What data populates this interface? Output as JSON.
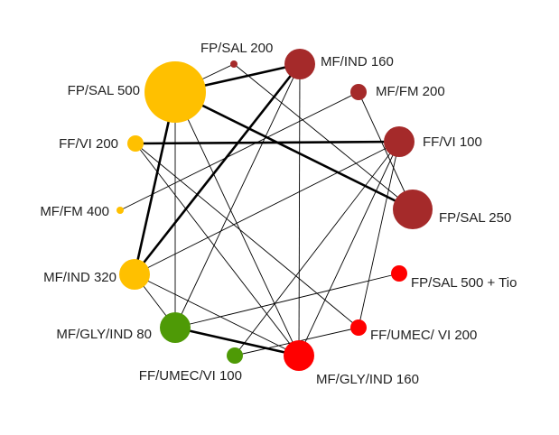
{
  "nodes": [
    {
      "id": "fp_sal_200",
      "label": "FP/SAL 200",
      "color": "#a52a2a",
      "size": "tiny"
    },
    {
      "id": "mf_ind_160",
      "label": "MF/IND 160",
      "color": "#a52a2a",
      "size": "medium"
    },
    {
      "id": "fp_sal_500",
      "label": "FP/SAL 500",
      "color": "#ffc000",
      "size": "largest"
    },
    {
      "id": "mf_fm_200",
      "label": "MF/FM 200",
      "color": "#a52a2a",
      "size": "small"
    },
    {
      "id": "ff_vi_200",
      "label": "FF/VI 200",
      "color": "#ffc000",
      "size": "small"
    },
    {
      "id": "ff_vi_100",
      "label": "FF/VI 100",
      "color": "#a52a2a",
      "size": "medium"
    },
    {
      "id": "mf_fm_400",
      "label": "MF/FM 400",
      "color": "#ffc000",
      "size": "tiny"
    },
    {
      "id": "fp_sal_250",
      "label": "FP/SAL 250",
      "color": "#a52a2a",
      "size": "large"
    },
    {
      "id": "mf_ind_320",
      "label": "MF/IND 320",
      "color": "#ffc000",
      "size": "medium"
    },
    {
      "id": "fp_sal_500_tio",
      "label": "FP/SAL 500 + Tio",
      "color": "#ff0000",
      "size": "small"
    },
    {
      "id": "mf_gly_ind_80",
      "label": "MF/GLY/IND 80",
      "color": "#4e9a06",
      "size": "medium"
    },
    {
      "id": "ff_umec_vi_200",
      "label": "FF/UMEC/ VI 200",
      "color": "#ff0000",
      "size": "small"
    },
    {
      "id": "ff_umec_vi_100",
      "label": "FF/UMEC/VI 100",
      "color": "#4e9a06",
      "size": "small"
    },
    {
      "id": "mf_gly_ind_160",
      "label": "MF/GLY/IND 160",
      "color": "#ff0000",
      "size": "medium"
    }
  ],
  "edges": [
    [
      "fp_sal_500",
      "mf_ind_160",
      "thick"
    ],
    [
      "fp_sal_500",
      "fp_sal_250",
      "thick"
    ],
    [
      "fp_sal_500",
      "mf_ind_320",
      "thick"
    ],
    [
      "ff_vi_200",
      "ff_vi_100",
      "thick"
    ],
    [
      "mf_ind_160",
      "mf_ind_320",
      "thick"
    ],
    [
      "mf_gly_ind_80",
      "mf_gly_ind_160",
      "thick"
    ],
    [
      "mf_ind_320",
      "mf_gly_ind_80",
      "thin"
    ],
    [
      "fp_sal_200",
      "fp_sal_500",
      "thin"
    ],
    [
      "fp_sal_200",
      "fp_sal_250",
      "thin"
    ],
    [
      "mf_ind_160",
      "mf_gly_ind_80",
      "thin"
    ],
    [
      "mf_ind_160",
      "mf_gly_ind_160",
      "thin"
    ],
    [
      "mf_fm_200",
      "mf_fm_400",
      "thin"
    ],
    [
      "mf_fm_200",
      "fp_sal_250",
      "thin"
    ],
    [
      "fp_sal_500",
      "mf_gly_ind_80",
      "thin"
    ],
    [
      "fp_sal_500",
      "mf_gly_ind_160",
      "thin"
    ],
    [
      "ff_vi_200",
      "ff_umec_vi_200",
      "thin"
    ],
    [
      "ff_vi_200",
      "mf_gly_ind_160",
      "thin"
    ],
    [
      "ff_vi_100",
      "mf_gly_ind_160",
      "thin"
    ],
    [
      "ff_vi_100",
      "ff_umec_vi_200",
      "thin"
    ],
    [
      "ff_vi_100",
      "ff_umec_vi_100",
      "thin"
    ],
    [
      "ff_vi_100",
      "mf_ind_320",
      "thin"
    ],
    [
      "fp_sal_500_tio",
      "mf_gly_ind_80",
      "thin"
    ],
    [
      "ff_umec_vi_200",
      "ff_umec_vi_100",
      "thin"
    ],
    [
      "mf_ind_320",
      "mf_gly_ind_160",
      "thin"
    ]
  ]
}
